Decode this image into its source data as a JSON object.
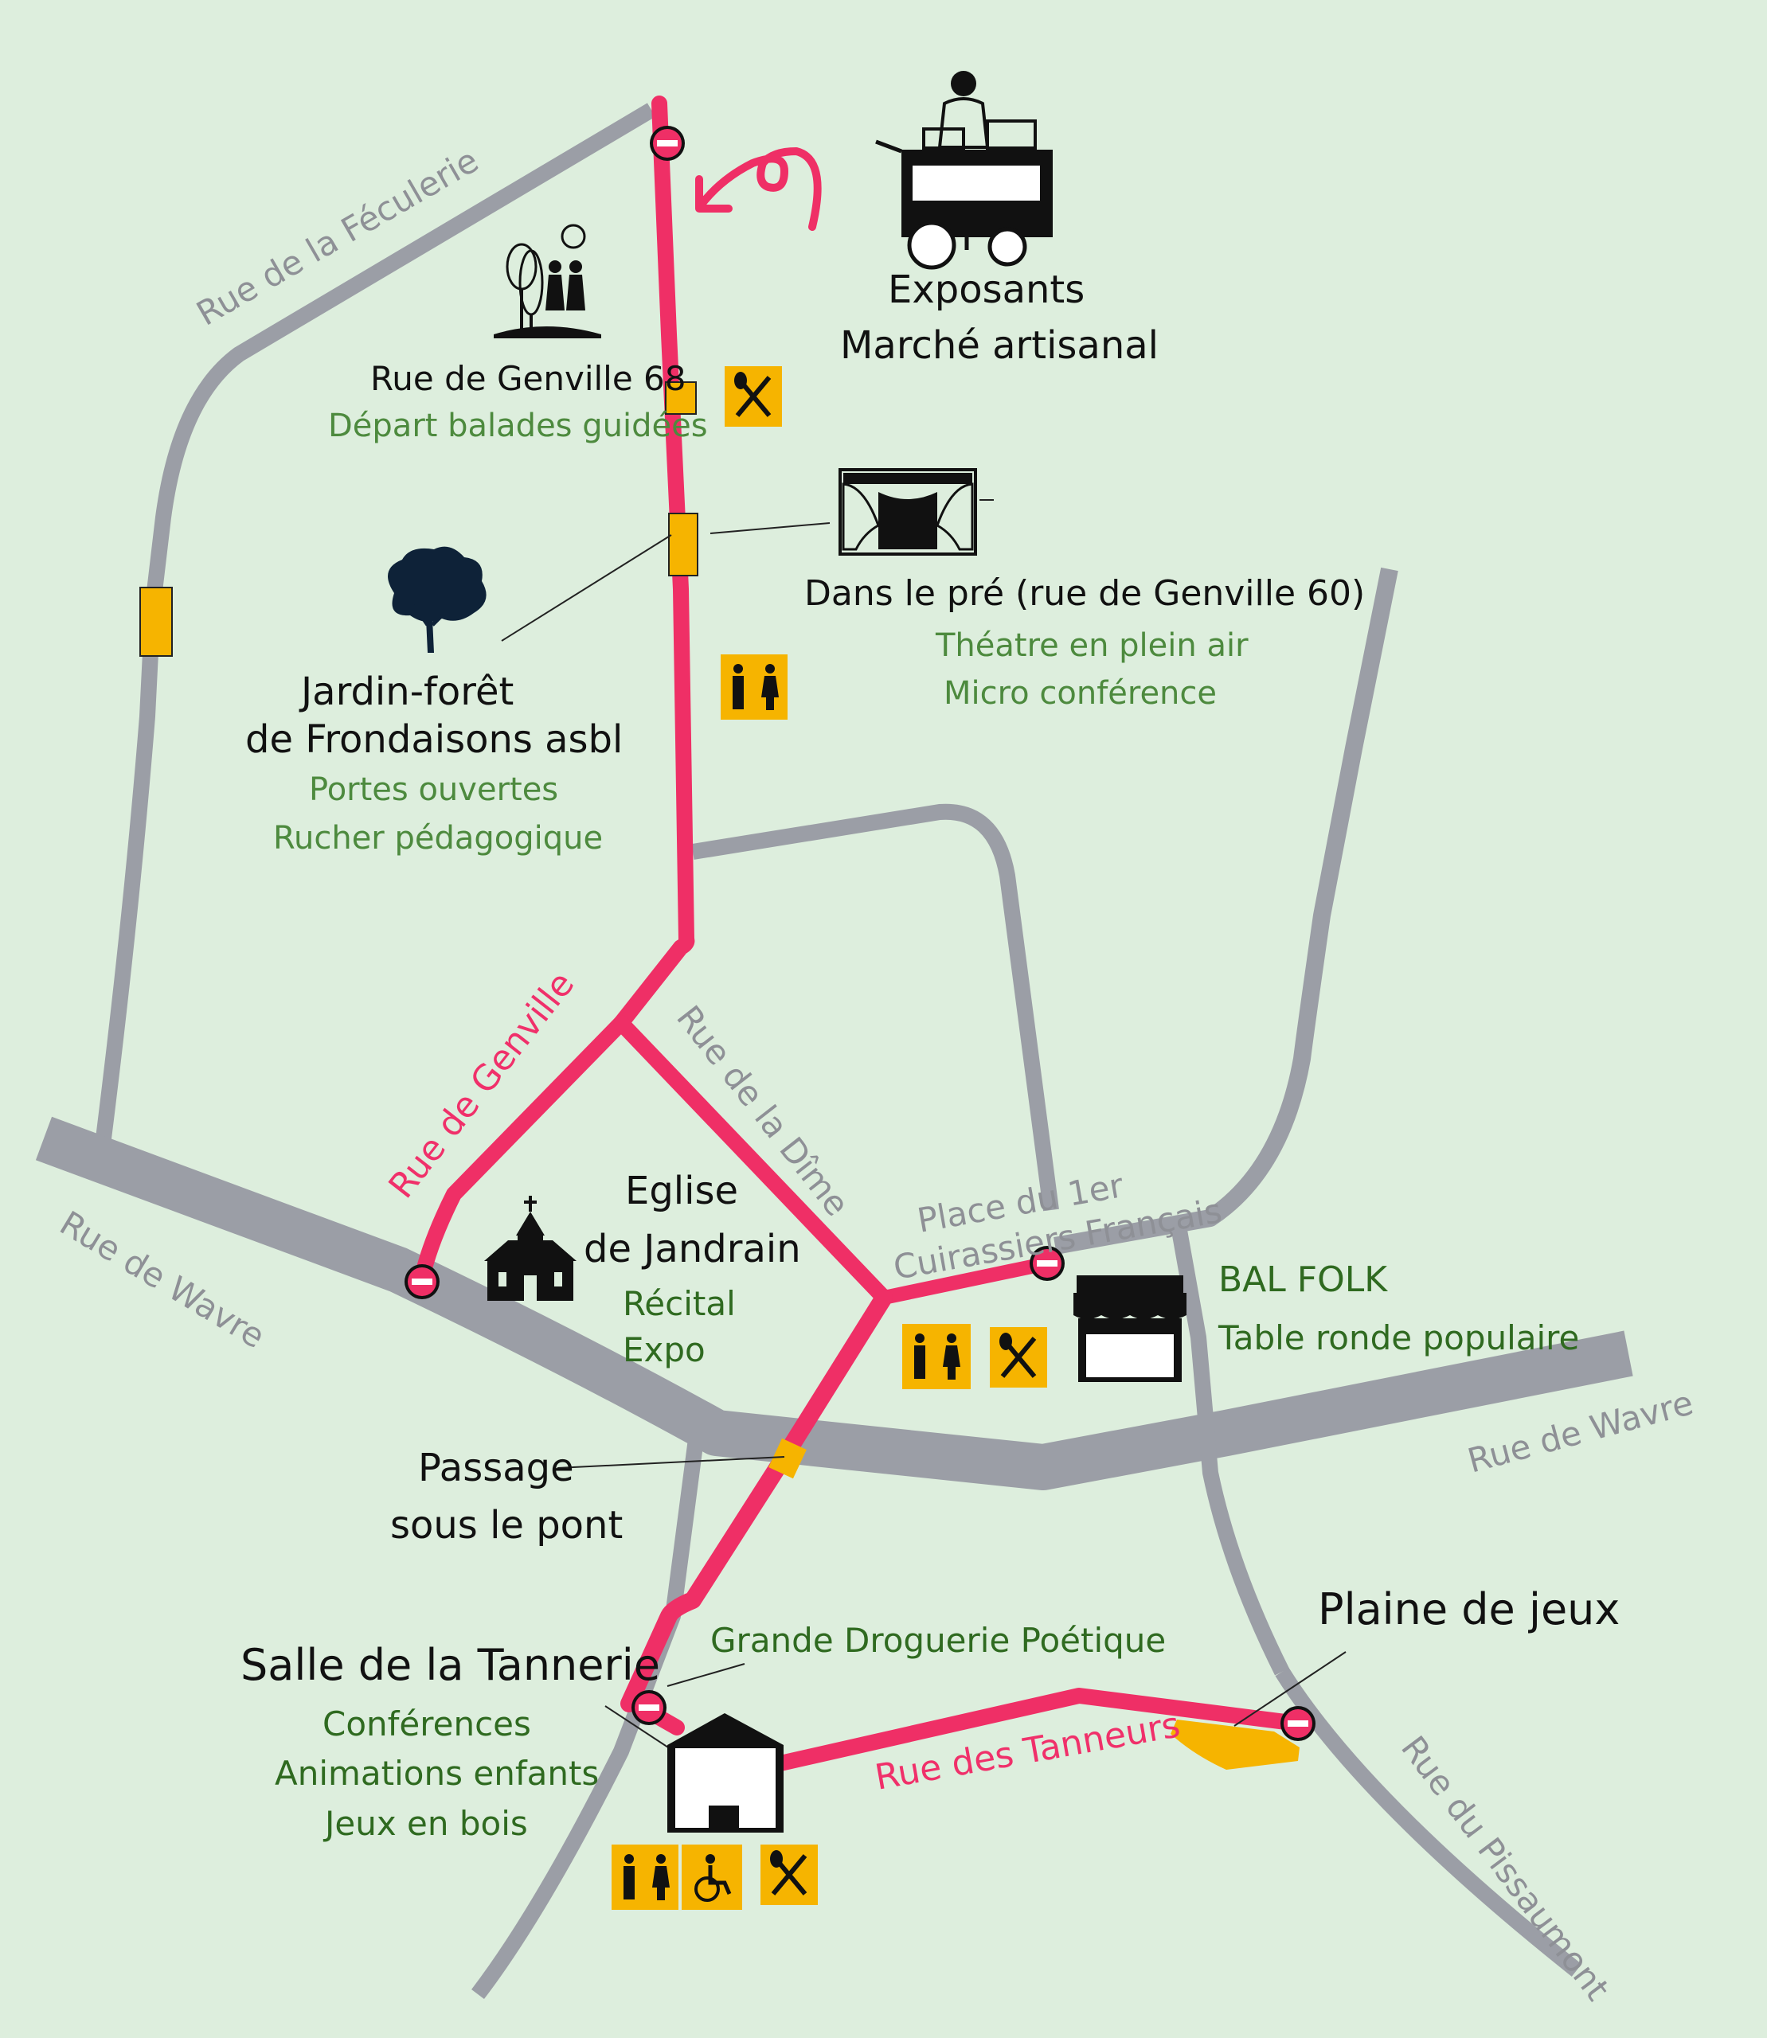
{
  "colors": {
    "background": "#ddeedd",
    "road": "#9b9ea6",
    "route": "#ef2f66",
    "facility": "#f6b400",
    "text": "#111111",
    "text_green": "#4d8a3e",
    "text_dark_green": "#2f6a20"
  },
  "roads": {
    "feculerie": "Rue de la Féculerie",
    "wavre_left": "Rue de Wavre",
    "wavre_right": "Rue de Wavre",
    "dime": "Rue de la Dîme",
    "pissaumont": "Rue du Pissaumont",
    "genville": "Rue de Genville",
    "tanneurs": "Rue des Tanneurs"
  },
  "pois": {
    "exposants": {
      "title": "Exposants",
      "subtitle": "Marché artisanal",
      "icon": "market-cart-icon"
    },
    "genville68": {
      "title": "Rue de Genville 68",
      "activity": "Départ balades guidées",
      "icon": "walkers-illustration-icon"
    },
    "pre": {
      "title": "Dans le pré (rue de Genville 60)",
      "activities": [
        "Théatre en plein air",
        "Micro conférence"
      ],
      "icon": "theatre-stage-icon"
    },
    "jardin": {
      "title_line1": "Jardin-forêt",
      "title_line2": "de Frondaisons asbl",
      "activities": [
        "Portes ouvertes",
        "Rucher pédagogique"
      ],
      "icon": "tree-icon"
    },
    "eglise": {
      "title_line1": "Eglise",
      "title_line2": "de Jandrain",
      "activities": [
        "Récital",
        "Expo"
      ],
      "icon": "church-icon"
    },
    "place": {
      "title_line1": "Place du 1er",
      "title_line2": "Cuirassiers Français"
    },
    "balfolk": {
      "title": "BAL FOLK",
      "activity": "Table ronde populaire",
      "icon": "shop-icon"
    },
    "passage": {
      "title_line1": "Passage",
      "title_line2": "sous le pont"
    },
    "droguerie": {
      "title": "Grande Droguerie Poétique"
    },
    "tannerie": {
      "title": "Salle de la Tannerie",
      "activities": [
        "Conférences",
        "Animations enfants",
        "Jeux en bois"
      ],
      "icon": "hall-building-icon"
    },
    "plaine": {
      "title": "Plaine de jeux"
    }
  },
  "amenities": [
    "toilets-icon",
    "food-icon",
    "wheelchair-icon"
  ]
}
